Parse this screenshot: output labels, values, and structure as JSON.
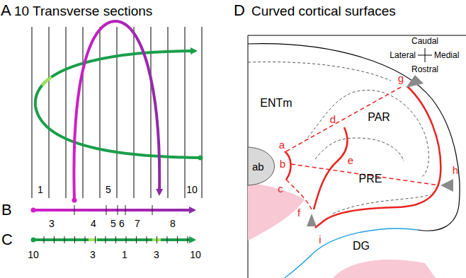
{
  "diagram": {
    "nodes": [
      {
        "text": [
          "ab"
        ]
      }
    ],
    "edges": [],
    "labels": [
      "A",
      "10 Transverse sections",
      "1",
      "5",
      "10",
      "B",
      "3",
      "4",
      "5",
      "6",
      "7",
      "8",
      "C",
      "10",
      "3",
      "1",
      "3",
      "10",
      "D",
      "Curved cortical surfaces",
      "Caudal",
      "Lateral",
      "Medial",
      "Rostral",
      "ENTm",
      "PAR",
      "PRE",
      "DG",
      "a",
      "b",
      "c",
      "d",
      "e",
      "f",
      "g",
      "h",
      "i"
    ]
  }
}
